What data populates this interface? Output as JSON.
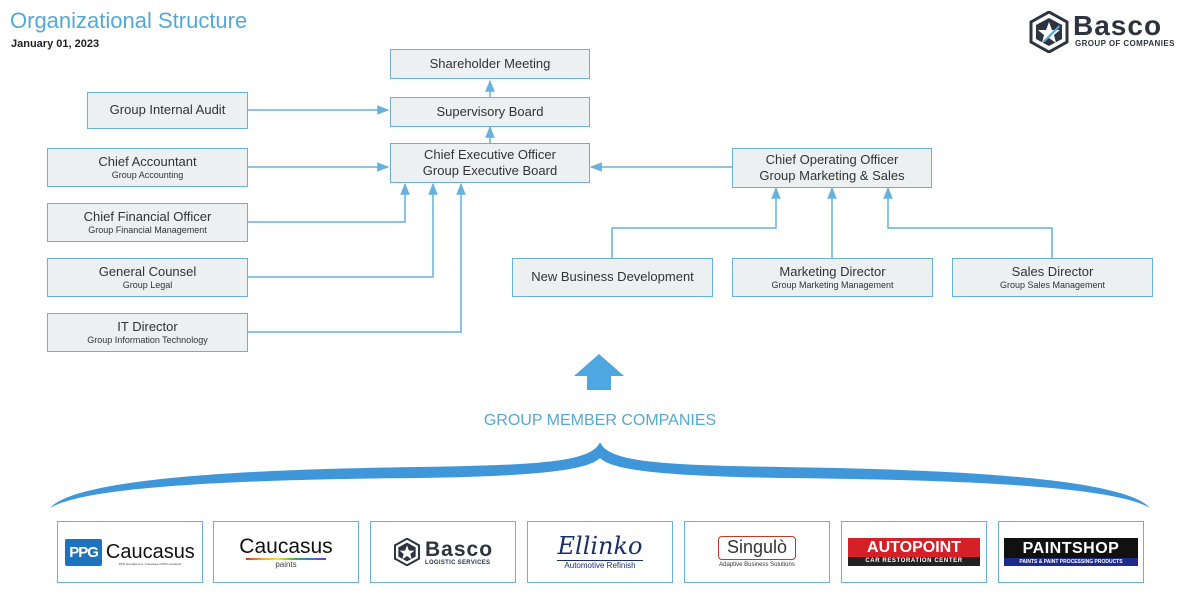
{
  "header": {
    "title": "Organizational Structure",
    "date": "January 01, 2023",
    "brand_name": "Basco",
    "brand_tagline": "GROUP OF COMPANIES"
  },
  "nodes": {
    "shareholder": {
      "title": "Shareholder Meeting"
    },
    "supervisory": {
      "title": "Supervisory Board"
    },
    "ceo": {
      "title": "Chief Executive Officer",
      "title2": "Group Executive Board"
    },
    "audit": {
      "title": "Group Internal Audit"
    },
    "accountant": {
      "title": "Chief Accountant",
      "sub": "Group Accounting"
    },
    "cfo": {
      "title": "Chief Financial Officer",
      "sub": "Group Financial Management"
    },
    "counsel": {
      "title": "General Counsel",
      "sub": "Group Legal"
    },
    "it": {
      "title": "IT Director",
      "sub": "Group Information Technology"
    },
    "coo": {
      "title": "Chief Operating Officer",
      "title2": "Group Marketing & Sales"
    },
    "nbd": {
      "title": "New Business Development"
    },
    "marketing": {
      "title": "Marketing Director",
      "sub": "Group Marketing Management"
    },
    "sales": {
      "title": "Sales Director",
      "sub": "Group Sales Management"
    }
  },
  "group_label": "GROUP MEMBER COMPANIES",
  "companies": [
    {
      "name": "PPG Caucasus",
      "mark": "PPG",
      "text": "Caucasus",
      "small": "PPG Georgia LLC. A licensee of PPG products"
    },
    {
      "name": "Caucasus Paints",
      "text": "Caucasus",
      "small": "paints"
    },
    {
      "name": "Basco Logistic Services",
      "text": "Basco",
      "small": "LOGISTIC SERVICES"
    },
    {
      "name": "Ellinko",
      "text": "Ellinko",
      "small": "Automotive Refinish"
    },
    {
      "name": "Singulo",
      "text": "Singulò",
      "small": "Adaptive Business Solutions"
    },
    {
      "name": "Autopoint",
      "text": "AUTOPOINT",
      "small": "CAR RESTORATION CENTER"
    },
    {
      "name": "Paintshop",
      "text": "PAINTSHOP",
      "small": "PAINTS & PAINT PROCESSING PRODUCTS"
    }
  ],
  "colors": {
    "accent": "#55a8d6",
    "box_fill": "#ecf0f1",
    "box_border": "#67b1dc",
    "ppg_blue": "#1e73be",
    "autopoint_red": "#d42027",
    "paintshop_blue": "#1d2c8c"
  },
  "icons": [
    "star-triangle-logo-icon",
    "up-arrow-icon"
  ]
}
